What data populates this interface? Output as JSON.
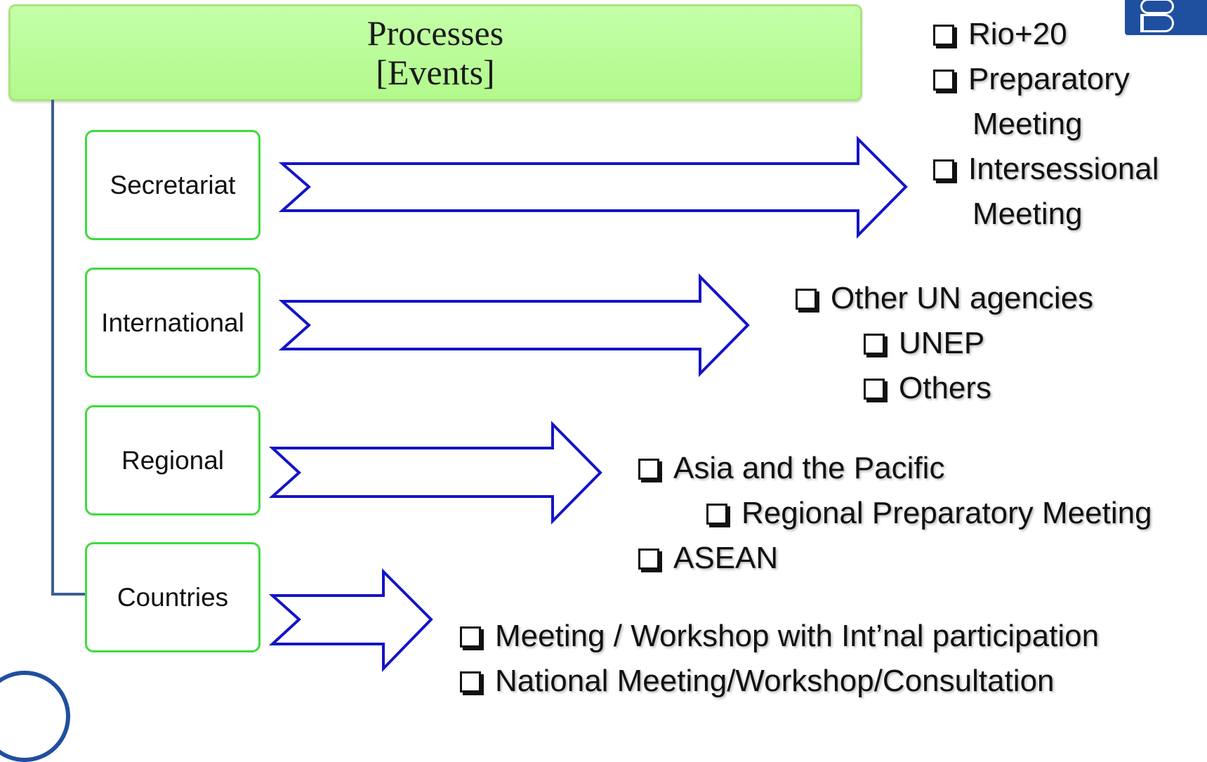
{
  "header": {
    "line1": "Processes",
    "line2": "[Events]"
  },
  "levels": [
    {
      "label": "Secretariat"
    },
    {
      "label": "International"
    },
    {
      "label": "Regional"
    },
    {
      "label": "Countries"
    }
  ],
  "lists": {
    "secretariat": [
      "Rio+20",
      "Preparatory",
      "Meeting",
      "Intersessional",
      "Meeting"
    ],
    "international": [
      "Other UN agencies",
      "UNEP",
      "Others"
    ],
    "regional": [
      "Asia and the Pacific",
      "Regional Preparatory Meeting",
      "ASEAN"
    ],
    "countries": [
      "Meeting / Workshop with Int’nal participation",
      "National Meeting/Workshop/Consultation"
    ]
  },
  "colors": {
    "header_fill": "#b2f98c",
    "box_border": "#3ddc3d",
    "arrow_stroke": "#1414c8",
    "trunk": "#3b5f8f"
  }
}
